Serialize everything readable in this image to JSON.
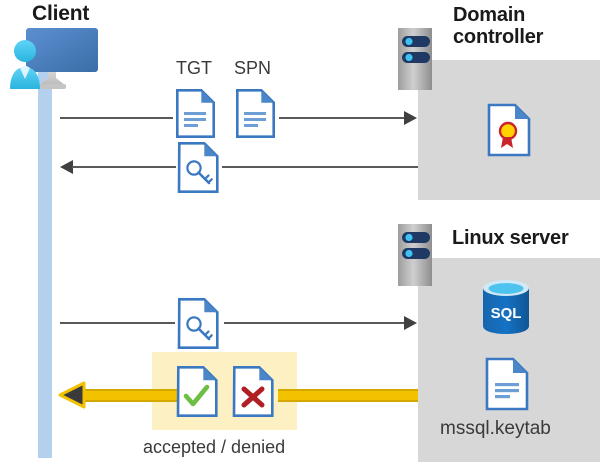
{
  "diagram": {
    "title_client": "Client",
    "title_domain_controller": "Domain\ncontroller",
    "title_domain_controller_line1": "Domain",
    "title_domain_controller_line2": "controller",
    "title_linux_server": "Linux server",
    "label_tgt": "TGT",
    "label_spn": "SPN",
    "label_keytab": "mssql.keytab",
    "label_result": "accepted / denied"
  },
  "icons": {
    "client": "client-user-monitor-icon",
    "server_dc": "server-rack-icon",
    "server_linux": "server-rack-icon",
    "certificate": "certificate-document-icon",
    "tgt_doc": "text-document-icon",
    "spn_doc": "text-document-icon",
    "ticket_key_doc": "key-document-icon",
    "service_ticket_doc": "key-document-icon",
    "accepted_doc": "check-document-icon",
    "denied_doc": "cross-document-icon",
    "sql_db": "sql-database-icon",
    "keytab_doc": "text-document-icon"
  },
  "colors": {
    "panel_gray": "#d7d7d7",
    "lifeline_blue": "#b4d0ef",
    "accent_blue": "#3a78c2",
    "doc_fold_blue": "#4a86c8",
    "highlight_yellow": "#fdf1c4",
    "arrow_gold": "#f2c200",
    "arrow_gold_dark": "#d4a800",
    "connector_gray": "#595959",
    "check_green": "#6cbf43",
    "cross_red": "#b01f24",
    "sql_blue": "#0f6cbd",
    "cert_gold": "#ffd200",
    "cert_red": "#c9242b",
    "server_body_gray": "#a6a6a6",
    "server_led_navy": "#1f3864",
    "server_led_cyan": "#3ec2f0",
    "person_cyan": "#3fc5ef",
    "monitor_blue": "#4a7ebb"
  },
  "chart_data": {
    "type": "diagram",
    "flow_steps": [
      {
        "step": 1,
        "from": "Client",
        "to": "Domain controller",
        "payload": "TGT, SPN",
        "direction": "right"
      },
      {
        "step": 2,
        "from": "Domain controller",
        "to": "Client",
        "payload": "service ticket (key document)",
        "direction": "left"
      },
      {
        "step": 3,
        "from": "Client",
        "to": "Linux server",
        "payload": "service ticket (key document)",
        "direction": "right"
      },
      {
        "step": 4,
        "from": "Linux server",
        "to": "Client",
        "payload": "accepted / denied",
        "direction": "left"
      }
    ]
  }
}
